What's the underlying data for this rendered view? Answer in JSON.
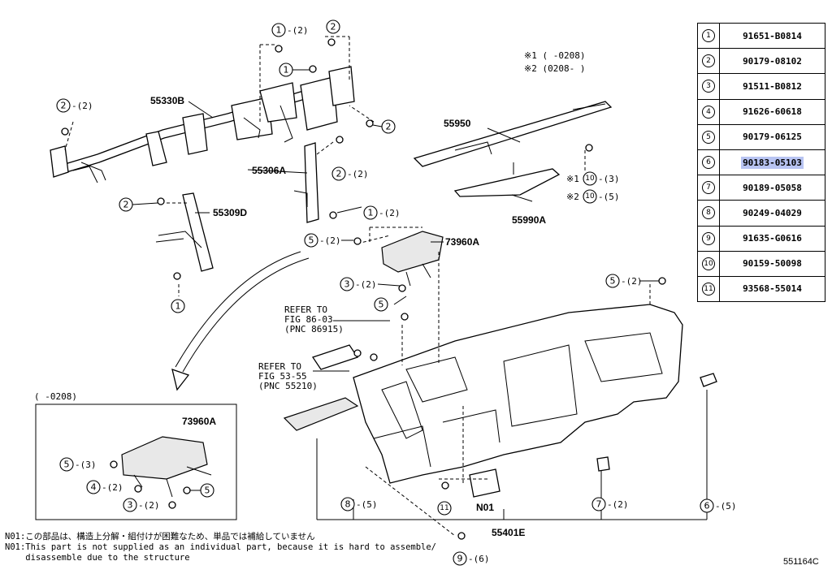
{
  "legend": {
    "line1": "※1 (    -0208)",
    "line2": "※2 (0208-     )"
  },
  "parts_table": [
    {
      "num": "1",
      "part": "91651-B0814"
    },
    {
      "num": "2",
      "part": "90179-08102"
    },
    {
      "num": "3",
      "part": "91511-B0812"
    },
    {
      "num": "4",
      "part": "91626-60618"
    },
    {
      "num": "5",
      "part": "90179-06125"
    },
    {
      "num": "6",
      "part": "90183-05103",
      "highlighted": true
    },
    {
      "num": "7",
      "part": "90189-05058"
    },
    {
      "num": "8",
      "part": "90249-04029"
    },
    {
      "num": "9",
      "part": "91635-G0616"
    },
    {
      "num": "10",
      "part": "90159-50098"
    },
    {
      "num": "11",
      "part": "93568-55014"
    }
  ],
  "labels": {
    "p55330b": "55330B",
    "p55306a": "55306A",
    "p55309d": "55309D",
    "p55950": "55950",
    "p55990a": "55990A",
    "p73960a": "73960A",
    "p73960a_inset": "73960A",
    "p55401e": "55401E",
    "n01": "N01",
    "inset_range": "(     -0208)",
    "refer1_a": "REFER TO",
    "refer1_b": "FIG 86-03",
    "refer1_c": "(PNC 86915)",
    "refer2_a": "REFER TO",
    "refer2_b": "FIG 53-55",
    "refer2_c": "(PNC 55210)"
  },
  "callouts": {
    "q2": "-(2)",
    "q3": "-(3)",
    "q5": "-(5)",
    "q6": "-(6)",
    "x1": "※1",
    "x2": "※2"
  },
  "notes": {
    "jp": "N01:この部品は、構造上分解・組付けが困難なため、単品では補給していません",
    "en1": "N01:This part is not supplied as an individual part, because it is hard to assemble/",
    "en2": "    disassemble due to the structure"
  },
  "drawing_code": "551164C"
}
